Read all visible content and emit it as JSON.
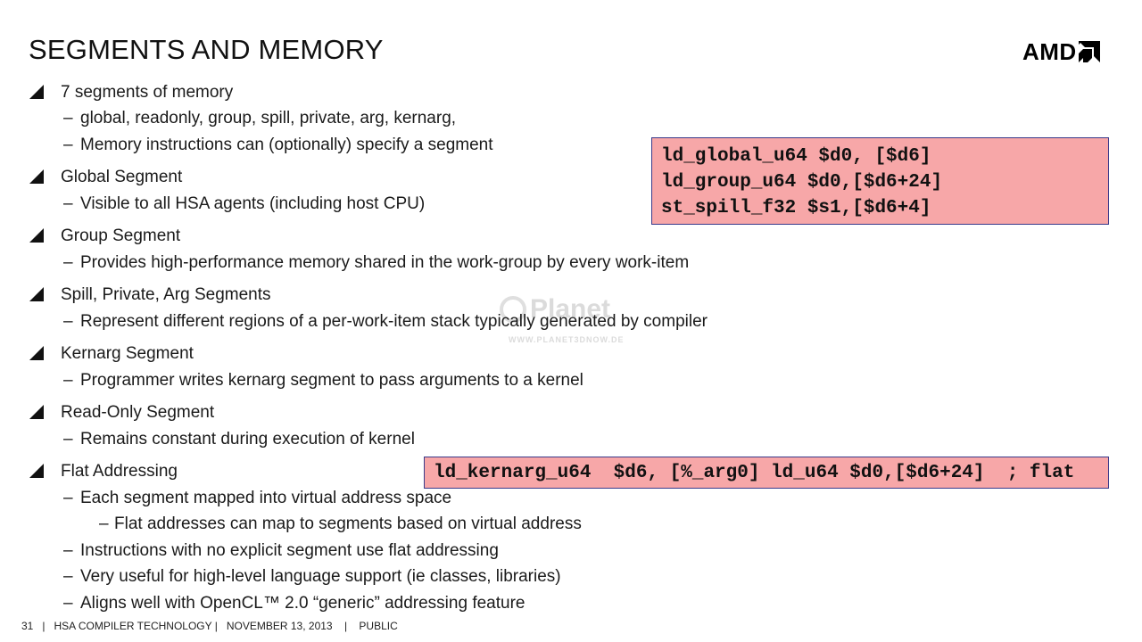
{
  "slide": {
    "title": "SEGMENTS AND MEMORY",
    "logo_text": "AMD"
  },
  "bullets": {
    "b1": "7 segments of memory",
    "b1_s1": "global, readonly, group, spill, private, arg, kernarg,",
    "b1_s2": "Memory instructions can (optionally) specify a segment",
    "b2": "Global Segment",
    "b2_s1": "Visible to all HSA agents (including host CPU)",
    "b3": "Group Segment",
    "b3_s1": "Provides high-performance memory shared in the work-group by every work-item",
    "b4": "Spill, Private, Arg Segments",
    "b4_s1": "Represent different regions of a per-work-item stack typically generated by compiler",
    "b5": "Kernarg Segment",
    "b5_s1": "Programmer writes kernarg segment to pass arguments to a kernel",
    "b6": "Read-Only Segment",
    "b6_s1": "Remains constant during execution of kernel",
    "b7": "Flat Addressing",
    "b7_s1": "Each segment mapped into virtual address space",
    "b7_s1_1": "Flat addresses can map to segments based on virtual address",
    "b7_s2": "Instructions with no explicit segment use flat addressing",
    "b7_s3": "Very useful for high-level language support (ie classes, libraries)",
    "b7_s4": "Aligns well with OpenCL™ 2.0 “generic” addressing feature"
  },
  "code": {
    "box1": [
      "ld_global_u64 $d0, [$d6]",
      "ld_group_u64 $d0,[$d6+24]",
      "st_spill_f32 $s1,[$d6+4]"
    ],
    "box2": "ld_kernarg_u64  $d6, [%_arg0] ld_u64 $d0,[$d6+24]  ; flat"
  },
  "watermark": {
    "main": "Planet",
    "sub": "WWW.PLANET3DNOW.DE"
  },
  "footer": {
    "page": "31",
    "org": "HSA COMPILER TECHNOLOGY",
    "date": "NOVEMBER 13, 2013",
    "classification": "PUBLIC"
  },
  "colors": {
    "code_box_bg": "#f7a7a8",
    "code_box_border": "#3a3a8a",
    "text": "#1a1a1a"
  }
}
